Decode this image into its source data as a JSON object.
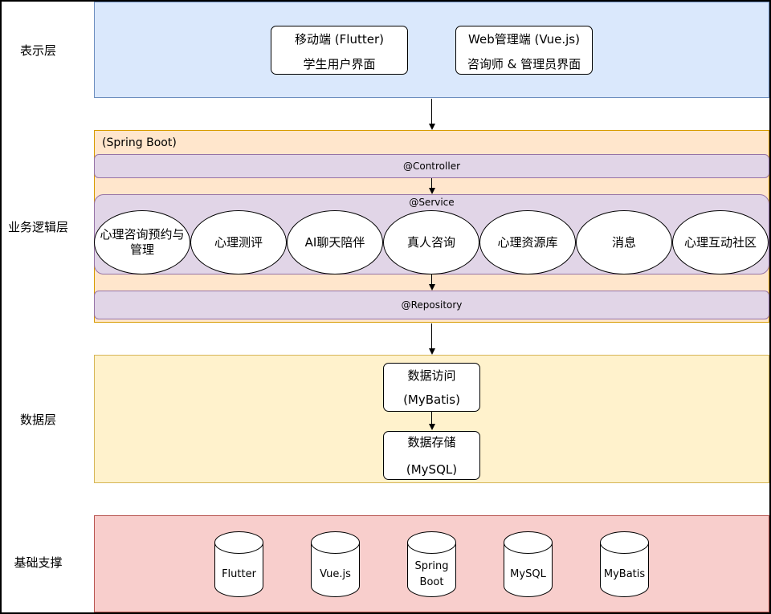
{
  "layers": {
    "presentation": "表示层",
    "business": "业务逻辑层",
    "data": "数据层",
    "infrastructure": "基础支撑"
  },
  "presentation": {
    "mobile": {
      "line1": "移动端 (Flutter)",
      "line2": "学生用户界面"
    },
    "web": {
      "line1": "Web管理端 (Vue.js)",
      "line2": "咨询师 & 管理员界面"
    }
  },
  "business": {
    "framework": "(Spring Boot)",
    "controller": "@Controller",
    "service": "@Service",
    "repository": "@Repository",
    "services": [
      {
        "line1": "心理咨询预约与",
        "line2": "管理"
      },
      {
        "line1": "心理测评",
        "line2": ""
      },
      {
        "line1": "AI聊天陪伴",
        "line2": ""
      },
      {
        "line1": "真人咨询",
        "line2": ""
      },
      {
        "line1": "心理资源库",
        "line2": ""
      },
      {
        "line1": "消息",
        "line2": ""
      },
      {
        "line1": "心理互动社区",
        "line2": ""
      }
    ]
  },
  "data_layer": {
    "access": {
      "line1": "数据访问",
      "line2": "(MyBatis)"
    },
    "storage": {
      "line1": "数据存储",
      "line2": "(MySQL)"
    }
  },
  "infrastructure": {
    "items": [
      {
        "line1": "Flutter",
        "line2": ""
      },
      {
        "line1": "Vue.js",
        "line2": ""
      },
      {
        "line1": "Spring",
        "line2": "Boot"
      },
      {
        "line1": "MySQL",
        "line2": ""
      },
      {
        "line1": "MyBatis",
        "line2": ""
      }
    ]
  },
  "colors": {
    "presentation_fill": "#dae8fc",
    "business_fill": "#ffe6cc",
    "data_fill": "#fff2cc",
    "infrastructure_fill": "#f8cecc",
    "component_fill": "#e1d5e7"
  }
}
